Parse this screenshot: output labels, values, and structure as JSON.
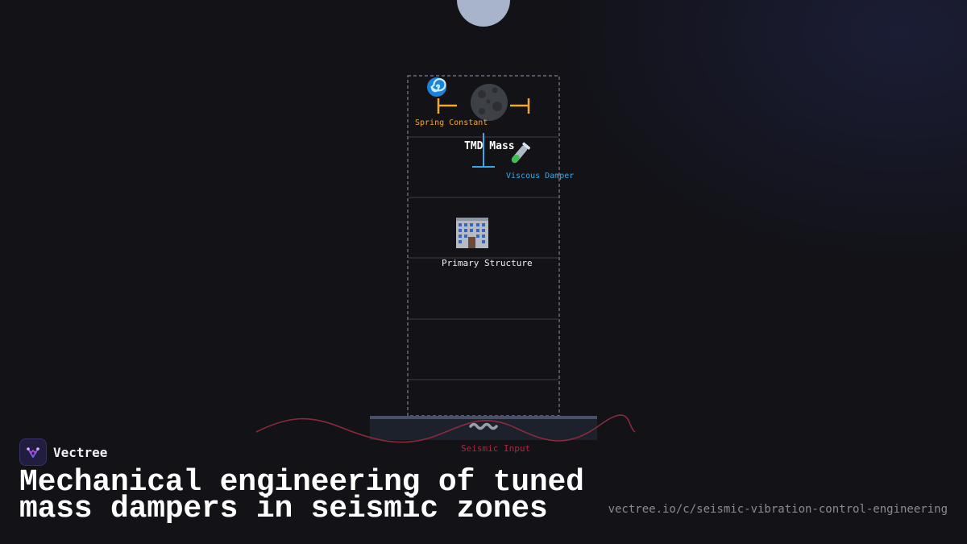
{
  "diagram": {
    "tmd_mass_label": "TMD Mass",
    "spring_label": "Spring Constant",
    "damper_label": "Viscous Damper",
    "structure_label": "Primary Structure",
    "seismic_label": "Seismic Input",
    "icons": {
      "spring": "spring-icon",
      "mass": "dark-moon-icon",
      "damper": "test-tube-icon",
      "structure": "office-building-icon",
      "wave": "wavy-dash-icon"
    },
    "colors": {
      "spring": "#f0a830",
      "damper": "#3aa8e6",
      "seismic": "#b02a48",
      "frame": "#7b8196",
      "floor": "#3c3f4a",
      "pendulum": "#a8b4cc"
    }
  },
  "brand": {
    "name": "Vectree"
  },
  "headline": "Mechanical engineering of tuned mass dampers in seismic zones",
  "url": "vectree.io/c/seismic-vibration-control-engineering"
}
